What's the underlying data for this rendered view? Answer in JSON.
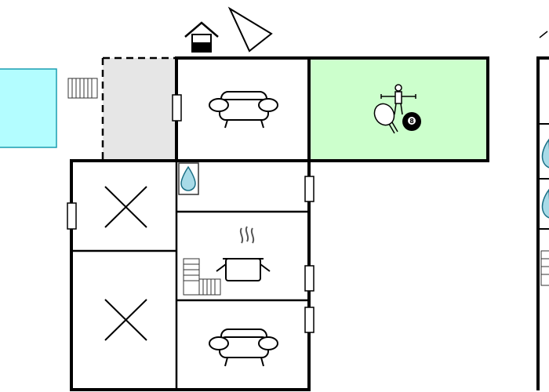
{
  "plan": {
    "legend": {
      "terrace": "terrace-icon",
      "dining": "dining-icon"
    },
    "rooms": [
      {
        "id": "pool",
        "kind": "swimming-pool",
        "fill": "#B3FDFF"
      },
      {
        "id": "stair-out",
        "kind": "outdoor-stairs"
      },
      {
        "id": "carport",
        "kind": "covered-area",
        "fill": "#E6E6E6"
      },
      {
        "id": "living-upper",
        "kind": "living-room",
        "icon": "sofa-icon"
      },
      {
        "id": "activity",
        "kind": "activity-room",
        "fill": "#CCFFCC",
        "icons": [
          "table-football-icon",
          "table-tennis-icon",
          "billiard-ball-icon"
        ]
      },
      {
        "id": "bedroom-1",
        "kind": "bedroom",
        "icon": "bed-cross-icon"
      },
      {
        "id": "bedroom-2",
        "kind": "bedroom",
        "icon": "bed-cross-icon"
      },
      {
        "id": "bathroom",
        "kind": "bathroom",
        "icon": "water-drop-icon"
      },
      {
        "id": "kitchen",
        "kind": "kitchen",
        "icons": [
          "cooking-pot-icon",
          "inner-stairs-icon"
        ]
      },
      {
        "id": "living-lower",
        "kind": "living-room",
        "icon": "sofa-icon"
      },
      {
        "id": "right-wing",
        "kind": "building-wing",
        "icons": [
          "water-drop-icon",
          "water-drop-icon"
        ]
      }
    ],
    "billiard_number": "8",
    "colors": {
      "wall": "#000000",
      "pool": "#B3FDFF",
      "activity": "#CCFFCC",
      "carport": "#E6E6E6"
    }
  }
}
